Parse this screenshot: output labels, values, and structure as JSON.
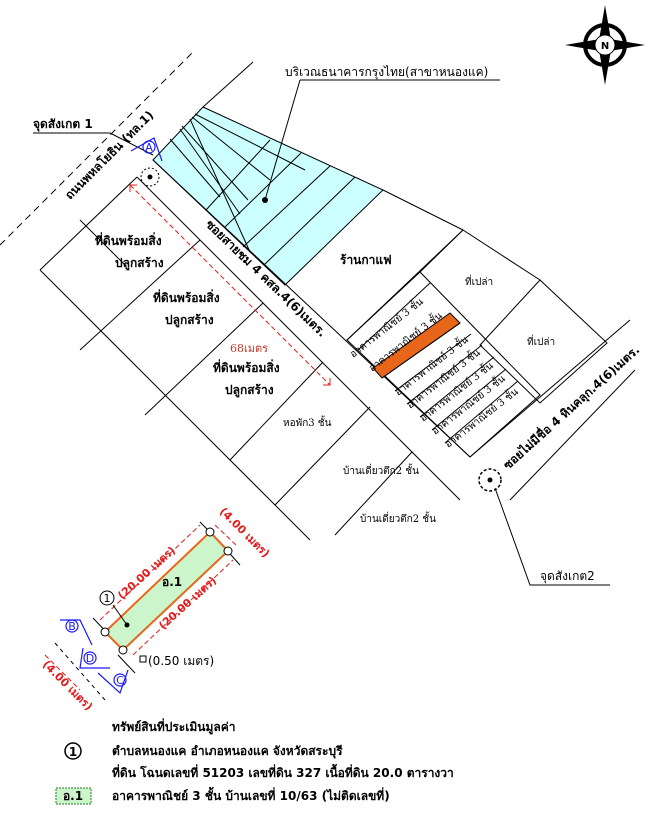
{
  "compass": {
    "label": "N"
  },
  "labels": {
    "landmark1": "จุดสังเกต 1",
    "landmark2": "จุดสังเกต2",
    "main_road": "ถนนพหลโยธิน (ทล.1)",
    "soi1": "ซอยสายชม 4 คสล.4(6)เมตร.",
    "soi2": "ซอยไม่มีชื่อ 4 หินคลุก.4(6)เมตร.",
    "bank": "บริเวณธนาคารกรุงไทย(สาขาหนองแค)",
    "cafe": "ร้านกาแฟ",
    "vacant1": "ที่เปล่า",
    "vacant2": "ที่เปล่า",
    "land_buildings": [
      "ที่ดินพร้อมสิ่ง",
      "ปลูกสร้าง"
    ],
    "distance": "68เมตร",
    "dorm": "หอพัก3 ชั้น",
    "house1": "บ้านเดี่ยวตึก2 ชั้น",
    "house2": "บ้านเดี่ยวตึก2 ชั้น",
    "commercial": "อาคารพาณิชย์ 3 ชั้น",
    "marker_a": "A",
    "marker_b": "B",
    "marker_c": "C",
    "marker_d": "D"
  },
  "plot": {
    "number": "1",
    "building_code": "อ.1",
    "side_long_1": "(20.00 เมตร)",
    "side_long_2": "(20.00 เมตร)",
    "side_short_1": "(4.00 เมตร)",
    "side_short_2": "(4.00 เมตร)",
    "setback": "(0.50 เมตร)"
  },
  "legend": {
    "title": "ทรัพย์สินที่ประเมินมูลค่า",
    "symbol_number": "1",
    "location": "ตำบลหนองแค อำเภอหนองแค จังหวัดสระบุรี",
    "deed": "ที่ดิน โฉนดเลขที่ 51203 เลขที่ดิน 327 เนื้อที่ดิน 20.0 ตารางวา",
    "building_code": "อ.1",
    "building": "อาคารพาณิชย์ 3 ชั้น  บ้านเลขที่ 10/63 (ไม่ติดเลขที่)"
  },
  "colors": {
    "bank_area": "#ccffff",
    "subject": "#e8661a",
    "plot_fill": "#ccf5cc",
    "dimension": "#e31b1b",
    "marker": "#1a1aff"
  }
}
